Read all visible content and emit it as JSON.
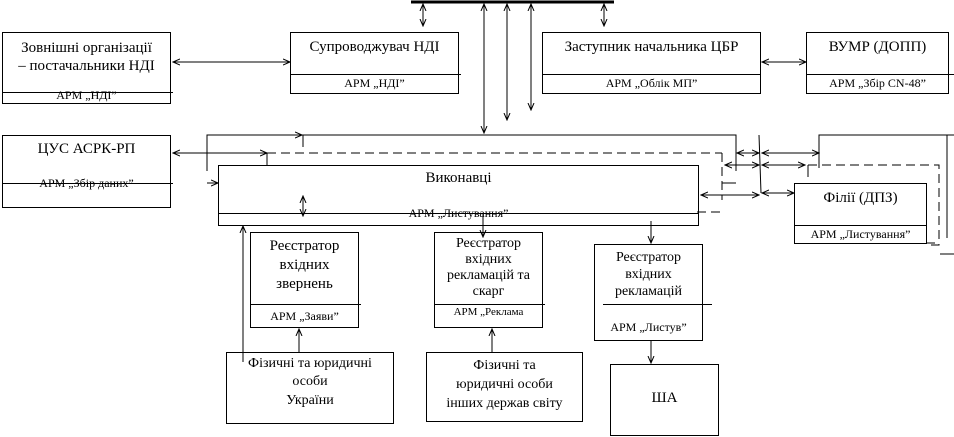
{
  "diagram": {
    "nodes": {
      "external_orgs": {
        "title_l1": "Зовнішні  організації",
        "title_l2": "– постачальники НДІ",
        "arm": "АРМ „НДІ”"
      },
      "ndi_maintainer": {
        "title": "Супроводжувач НДІ",
        "arm": "АРМ „НДІ”"
      },
      "deputy_head": {
        "title": "Заступник начальника ЦБР",
        "arm": "АРМ „Облік  МП”"
      },
      "vumr": {
        "title": "ВУМР (ДОПП)",
        "arm": "АРМ „Збір CN-48”"
      },
      "tsus": {
        "title": "ЦУС АСРК-РП",
        "arm": "АРМ „Збір даних”"
      },
      "executors": {
        "title": "Виконавці",
        "arm": "АРМ „Листування”"
      },
      "branches": {
        "title": "Філії  (ДПЗ)",
        "arm": "АРМ „Листування”"
      },
      "registrar_appeals": {
        "title_l1": "Реєстратор",
        "title_l2": "вхідних",
        "title_l3": "звернень",
        "arm": "АРМ „Заяви”"
      },
      "registrar_complaints": {
        "title_l1": "Реєстратор",
        "title_l2": "вхідних",
        "title_l3": "рекламацій та",
        "title_l4": "скарг",
        "arm": "АРМ „Реклама"
      },
      "registrar_claims": {
        "title_l1": "Реєстратор",
        "title_l2": "вхідних",
        "title_l3": "рекламацій",
        "arm": "АРМ „Листув”"
      },
      "persons_ukraine": {
        "title_l1": "Фізичні  та юридичні",
        "title_l2": "особи",
        "title_l3": "України"
      },
      "persons_foreign": {
        "title_l1": "Фізичні  та",
        "title_l2": "юридичні особи",
        "title_l3": "інших  держав світу"
      },
      "usa": {
        "title": "ША"
      }
    }
  }
}
